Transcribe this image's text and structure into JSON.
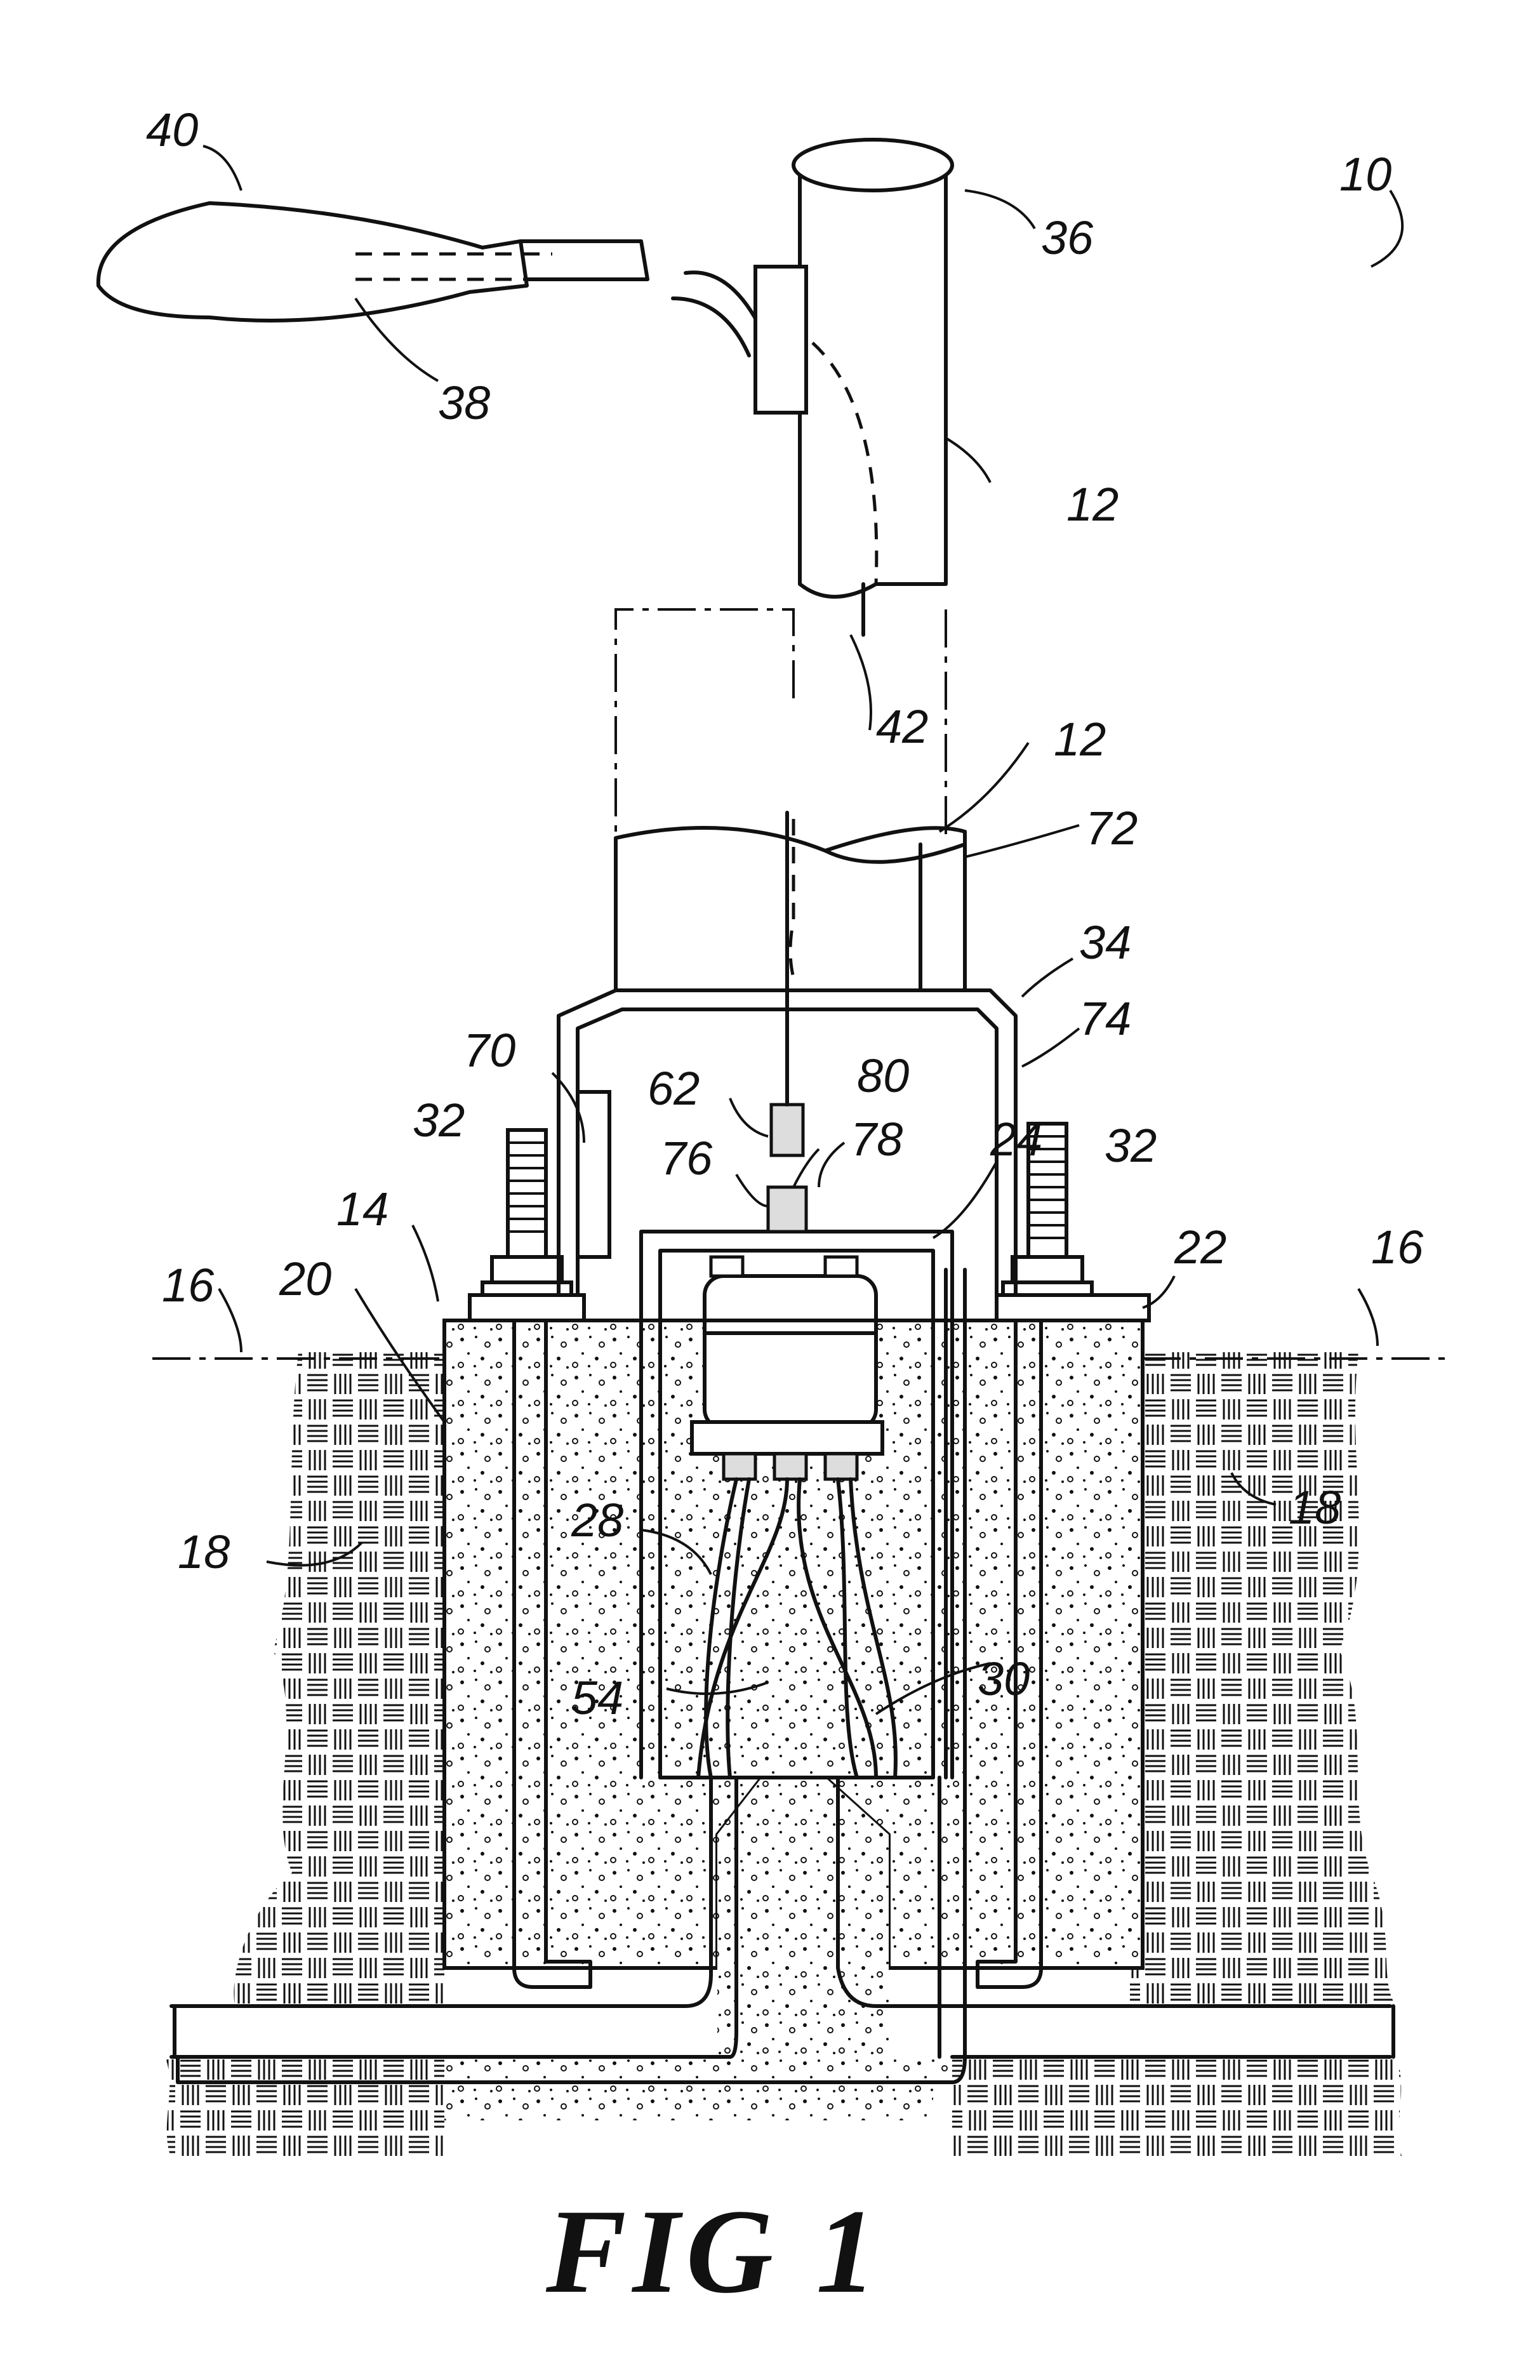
{
  "figure": {
    "caption": "FIG 1",
    "reference_numerals": [
      {
        "id": "10",
        "text": "10"
      },
      {
        "id": "40",
        "text": "40"
      },
      {
        "id": "36",
        "text": "36"
      },
      {
        "id": "38",
        "text": "38"
      },
      {
        "id": "12a",
        "text": "12"
      },
      {
        "id": "42",
        "text": "42"
      },
      {
        "id": "12b",
        "text": "12"
      },
      {
        "id": "72",
        "text": "72"
      },
      {
        "id": "34",
        "text": "34"
      },
      {
        "id": "70",
        "text": "70"
      },
      {
        "id": "74",
        "text": "74"
      },
      {
        "id": "62",
        "text": "62"
      },
      {
        "id": "80",
        "text": "80"
      },
      {
        "id": "76",
        "text": "76"
      },
      {
        "id": "78",
        "text": "78"
      },
      {
        "id": "24",
        "text": "24"
      },
      {
        "id": "32a",
        "text": "32"
      },
      {
        "id": "32b",
        "text": "32"
      },
      {
        "id": "14",
        "text": "14"
      },
      {
        "id": "22",
        "text": "22"
      },
      {
        "id": "16a",
        "text": "16"
      },
      {
        "id": "16b",
        "text": "16"
      },
      {
        "id": "20",
        "text": "20"
      },
      {
        "id": "18a",
        "text": "18"
      },
      {
        "id": "18b",
        "text": "18"
      },
      {
        "id": "28",
        "text": "28"
      },
      {
        "id": "30",
        "text": "30"
      },
      {
        "id": "54",
        "text": "54"
      }
    ]
  },
  "colors": {
    "ink": "#111111",
    "paper": "#ffffff"
  }
}
